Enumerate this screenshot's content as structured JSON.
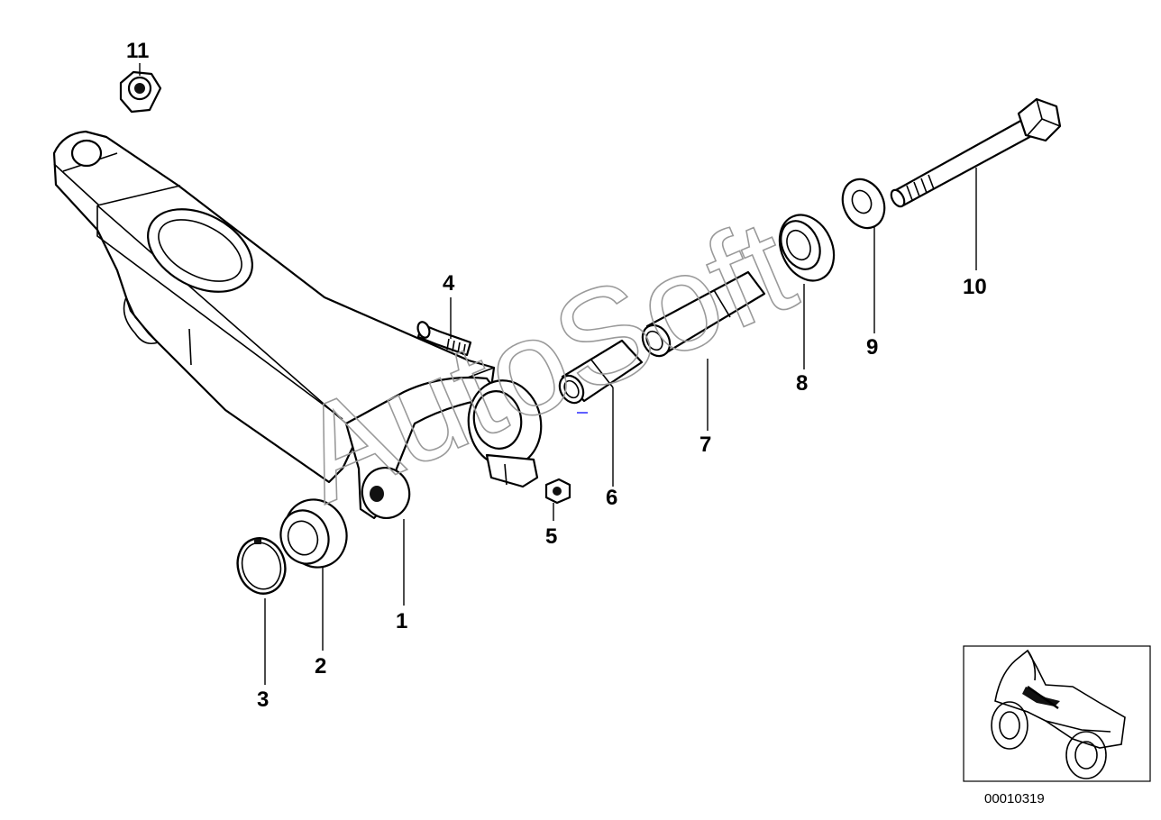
{
  "diagram": {
    "callouts": {
      "p1": "1",
      "p2": "2",
      "p3": "3",
      "p4": "4",
      "p5": "5",
      "p6": "6",
      "p7": "7",
      "p8": "8",
      "p9": "9",
      "p10": "10",
      "p11": "11"
    },
    "watermark": "AutoSoft",
    "diagram_id": "00010319"
  }
}
